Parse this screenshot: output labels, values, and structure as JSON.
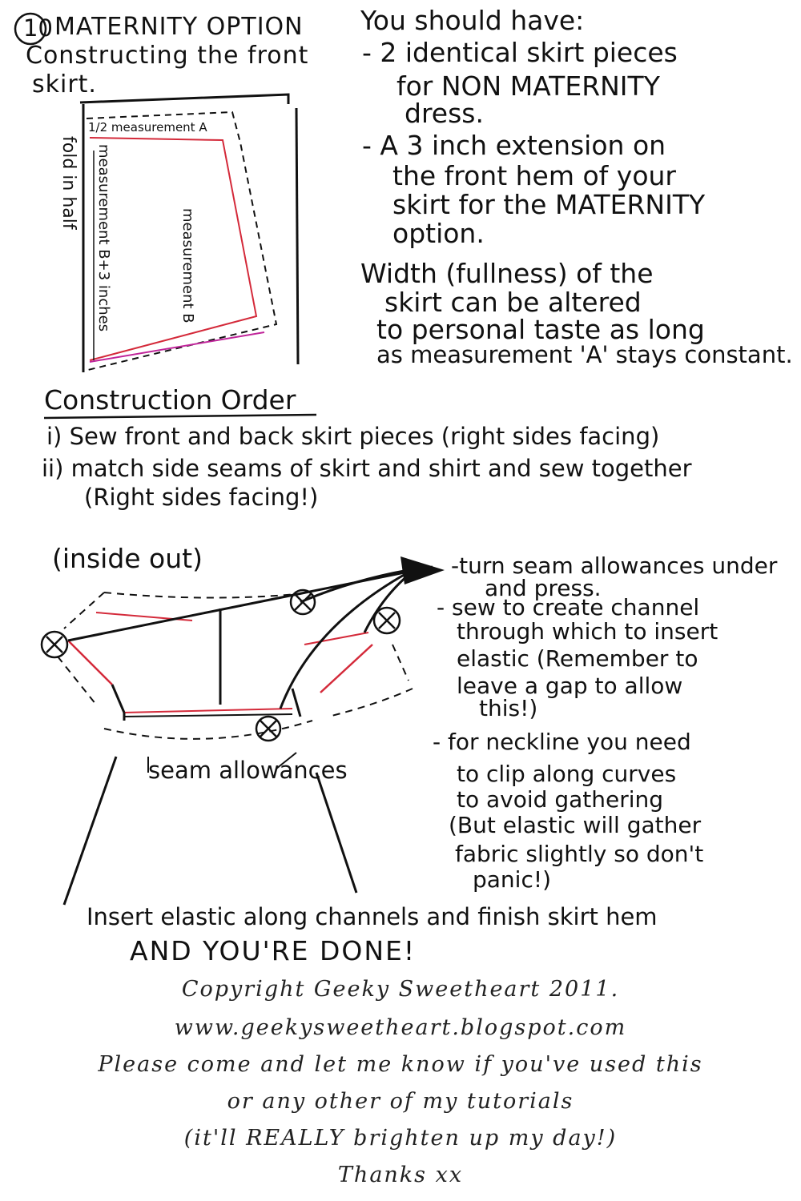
{
  "step": {
    "number": "10",
    "title": "MATERNITY OPTION",
    "subtitle_1": "Constructing the front",
    "subtitle_2": "skirt."
  },
  "skirt_diagram": {
    "label_top": "1/2 measurement A",
    "label_right": "measurement B",
    "label_left_inner": "measurement B+3 inches",
    "label_left_outer": "fold in half",
    "line_color": "#d42a3a",
    "hem_color": "#c0259a"
  },
  "you_should_have": {
    "heading": "You should have:",
    "item1": [
      "- 2 identical skirt pieces",
      "for NON MATERNITY",
      "dress."
    ],
    "item2": [
      "- A 3 inch extension on",
      "the front hem of your",
      "skirt for the MATERNITY",
      "option."
    ],
    "note": [
      "Width (fullness) of the",
      "skirt can be altered",
      "to personal taste as long",
      "as measurement 'A' stays constant."
    ]
  },
  "construction": {
    "heading": "Construction Order",
    "step1": "i) Sew front and back skirt pieces (right sides facing)",
    "step2a": "ii) match side seams of skirt and shirt and sew together",
    "step2b": "(Right sides facing!)"
  },
  "dress_diagram": {
    "label_inside_out": "(inside out)",
    "label_seam_allowances": "seam allowances",
    "note1": [
      "-turn seam allowances under",
      "and press."
    ],
    "note2": [
      "- sew to create channel",
      "through which to insert",
      "elastic (Remember to",
      "leave a gap to allow",
      "this!)"
    ],
    "note3": [
      "- for neckline you need",
      "to clip along curves",
      "to avoid gathering",
      "(But elastic will gather",
      "fabric slightly so don't",
      "panic!)"
    ]
  },
  "finish": {
    "line1": "Insert elastic along channels and finish skirt hem",
    "line2": "AND YOU'RE DONE!"
  },
  "footer": {
    "line1": "Copyright Geeky Sweetheart 2011.",
    "line2": "www.geekysweetheart.blogspot.com",
    "line3": "Please come and let me know if you've used this",
    "line4": "or any other of my tutorials",
    "line5": "(it'll REALLY brighten up my day!)",
    "line6": "Thanks xx"
  }
}
